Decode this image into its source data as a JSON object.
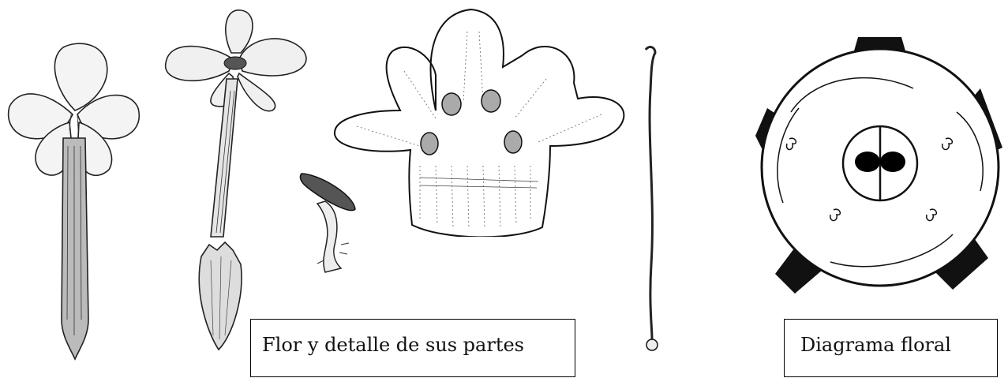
{
  "captions": {
    "flower_parts": "Flor y detalle de sus partes",
    "floral_diagram": "Diagrama floral"
  },
  "illustrations": [
    {
      "name": "whole-flower-side-illustration"
    },
    {
      "name": "flower-with-calyx-illustration"
    },
    {
      "name": "stamen-detail-illustration"
    },
    {
      "name": "opened-corolla-illustration"
    },
    {
      "name": "pistil-illustration"
    },
    {
      "name": "floral-diagram-illustration"
    }
  ],
  "colors": {
    "ink": "#111111",
    "paper": "#ffffff"
  }
}
